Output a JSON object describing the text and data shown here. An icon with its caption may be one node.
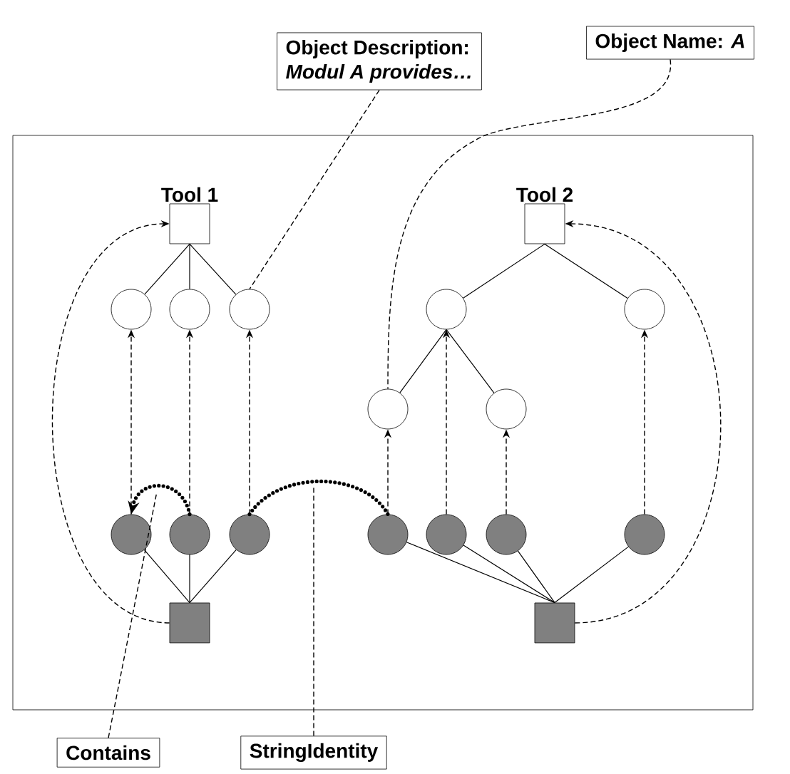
{
  "diagram": {
    "nodes": [
      {
        "text": [],
        "shape": "box"
      },
      {
        "text": [
          "Object Description:",
          "Modul A provides…"
        ]
      },
      {
        "text": [
          "Object Name: *A*"
        ]
      },
      {
        "text": [
          "Tool 1"
        ],
        "in": 0
      },
      {
        "text": [
          "Tool 2"
        ],
        "in": 0
      },
      {
        "text": [],
        "shape": "circle",
        "in": 0
      },
      {
        "text": [],
        "shape": "circle",
        "in": 0
      },
      {
        "text": [],
        "shape": "circle",
        "in": 0
      },
      {
        "text": [],
        "shape": "circle",
        "in": 0
      },
      {
        "text": [],
        "shape": "circle",
        "in": 0
      },
      {
        "text": [],
        "shape": "circle",
        "in": 0
      },
      {
        "text": [],
        "shape": "circle",
        "in": 0
      },
      {
        "text": [],
        "shape": "circle",
        "in": 0
      },
      {
        "text": [],
        "shape": "circle",
        "in": 0
      },
      {
        "text": [],
        "shape": "circle",
        "in": 0
      },
      {
        "text": [],
        "shape": "circle",
        "in": 0
      },
      {
        "text": [],
        "shape": "circle",
        "in": 0
      },
      {
        "text": [],
        "shape": "circle",
        "in": 0
      },
      {
        "text": [],
        "shape": "circle",
        "in": 0
      },
      {
        "text": [],
        "shape": "box",
        "in": 0
      },
      {
        "text": [],
        "shape": "box",
        "in": 0
      },
      {
        "text": [
          "Contains"
        ]
      },
      {
        "text": [
          "StringIdentity"
        ]
      }
    ],
    "edges": [
      {
        "from": 3,
        "to": 5,
        "arrow": "none"
      },
      {
        "from": 3,
        "to": 6,
        "arrow": "none"
      },
      {
        "from": 3,
        "to": 7,
        "arrow": "none"
      },
      {
        "from": 4,
        "to": 8,
        "arrow": "none"
      },
      {
        "from": 4,
        "to": 9,
        "arrow": "none"
      },
      {
        "from": 8,
        "to": 10,
        "arrow": "none"
      },
      {
        "from": 8,
        "to": 11,
        "arrow": "none"
      },
      {
        "from": 12,
        "to": 5,
        "arrow": "to",
        "style": "dashed"
      },
      {
        "from": 13,
        "to": 6,
        "arrow": "to",
        "style": "dashed"
      },
      {
        "from": 14,
        "to": 7,
        "arrow": "to",
        "style": "dashed"
      },
      {
        "from": 15,
        "to": 10,
        "arrow": "to",
        "style": "dashed"
      },
      {
        "from": 16,
        "to": 8,
        "arrow": "to",
        "style": "dashed"
      },
      {
        "from": 17,
        "to": 11,
        "arrow": "to",
        "style": "dashed"
      },
      {
        "from": 18,
        "to": 9,
        "arrow": "to",
        "style": "dashed"
      },
      {
        "from": 19,
        "to": 12,
        "arrow": "none"
      },
      {
        "from": 19,
        "to": 13,
        "arrow": "none"
      },
      {
        "from": 19,
        "to": 14,
        "arrow": "none"
      },
      {
        "from": 20,
        "to": 15,
        "arrow": "none"
      },
      {
        "from": 20,
        "to": 16,
        "arrow": "none"
      },
      {
        "from": 20,
        "to": 17,
        "arrow": "none"
      },
      {
        "from": 20,
        "to": 18,
        "arrow": "none"
      },
      {
        "from": 19,
        "to": 3,
        "arrow": "to",
        "style": "dashed"
      },
      {
        "from": 20,
        "to": 4,
        "arrow": "to",
        "style": "dashed"
      },
      {
        "from": 13,
        "to": 12,
        "arrow": "to",
        "style": "dashed"
      },
      {
        "from": 14,
        "to": 15,
        "arrow": "none",
        "style": "dashed"
      },
      {
        "from": 1,
        "to": 7,
        "arrow": "none",
        "style": "dashed"
      },
      {
        "from": 2,
        "to": 10,
        "arrow": "none",
        "style": "dashed"
      },
      {
        "from": 21,
        "to": null,
        "arrow": "none",
        "style": "dashed"
      },
      {
        "from": 22,
        "to": null,
        "arrow": "none",
        "style": "dashed"
      }
    ]
  }
}
